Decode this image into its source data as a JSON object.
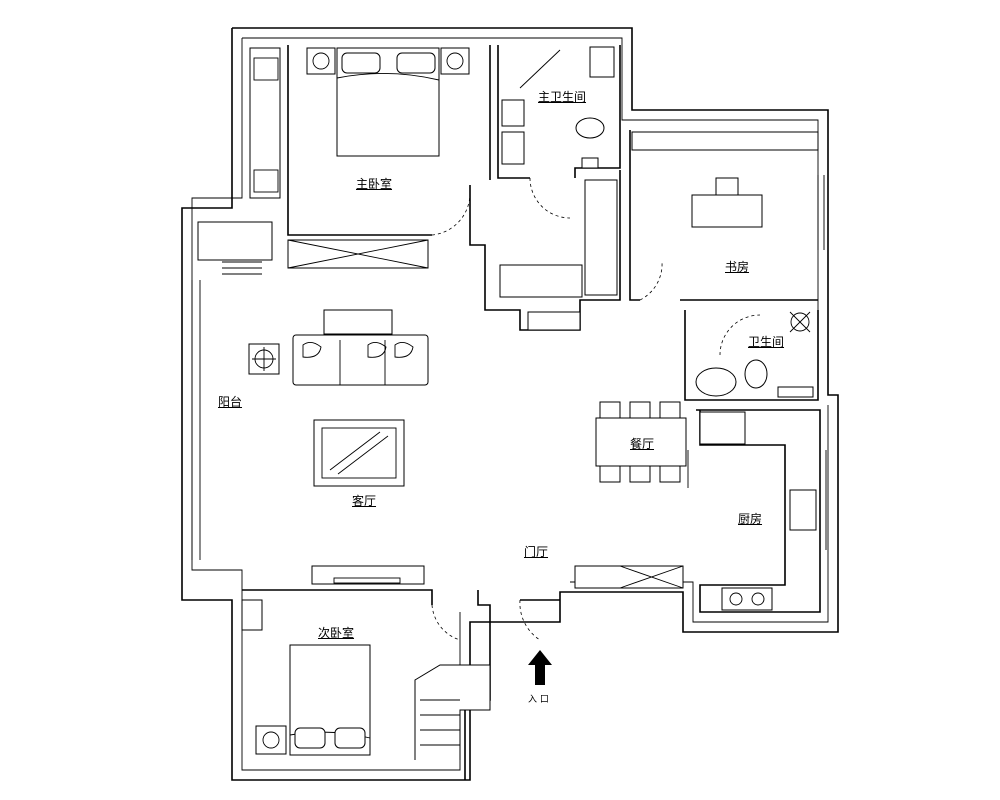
{
  "rooms": {
    "master_bedroom": "主卧室",
    "master_bathroom": "主卫生间",
    "study": "书房",
    "bathroom": "卫生间",
    "balcony": "阳台",
    "living_room": "客厅",
    "dining_room": "餐厅",
    "kitchen": "厨房",
    "foyer": "门厅",
    "second_bedroom": "次卧室"
  },
  "entrance": {
    "label": "入 口",
    "icon": "arrow-up-icon"
  }
}
